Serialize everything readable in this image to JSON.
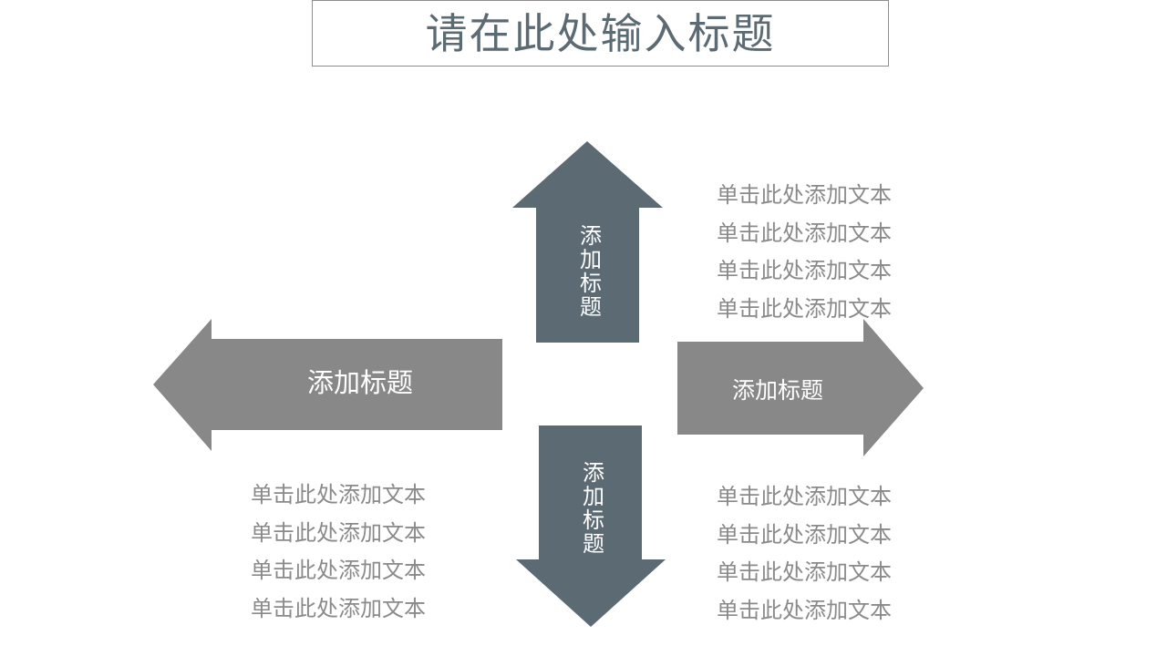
{
  "title": "请在此处输入标题",
  "colors": {
    "dark_arrow": "#5b6a73",
    "light_arrow": "#888888",
    "body_text": "#8a8a8a",
    "title_text": "#5b6a73"
  },
  "arrows": {
    "up": {
      "label": [
        "添",
        "加",
        "标",
        "题"
      ]
    },
    "down": {
      "label": [
        "添",
        "加",
        "标",
        "题"
      ]
    },
    "left": {
      "label": "添加标题"
    },
    "right": {
      "label": "添加标题"
    }
  },
  "text_blocks": {
    "top_right": [
      "单击此处添加文本",
      "单击此处添加文本",
      "单击此处添加文本",
      "单击此处添加文本"
    ],
    "bottom_left": [
      "单击此处添加文本",
      "单击此处添加文本",
      "单击此处添加文本",
      "单击此处添加文本"
    ],
    "bottom_right": [
      "单击此处添加文本",
      "单击此处添加文本",
      "单击此处添加文本",
      "单击此处添加文本"
    ]
  }
}
